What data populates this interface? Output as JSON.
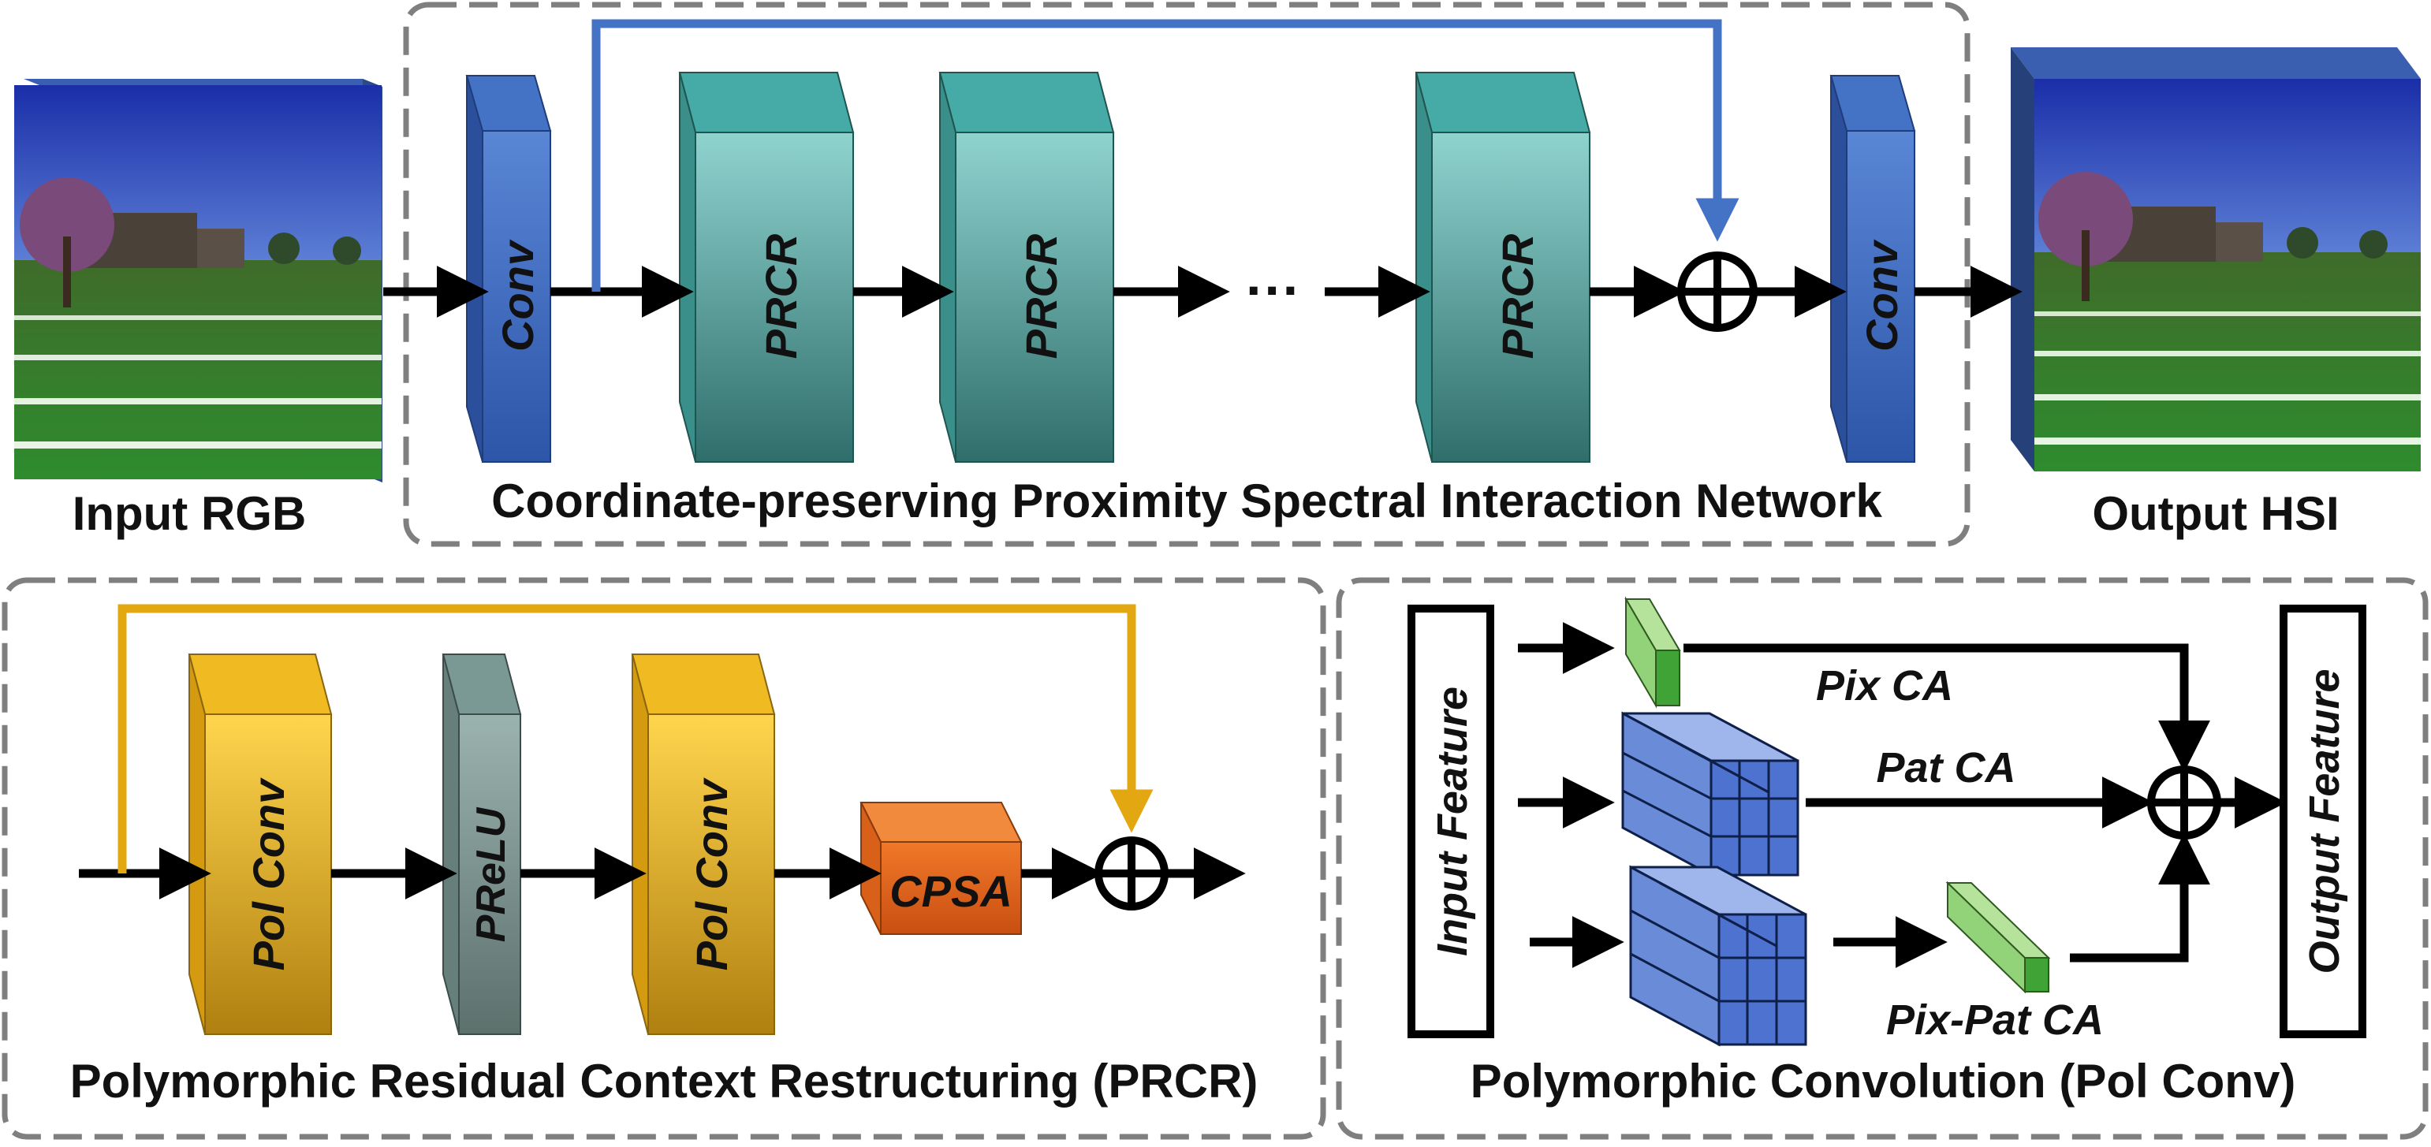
{
  "top": {
    "input_label": "Input RGB",
    "output_label": "Output HSI",
    "network_title": "Coordinate-preserving Proximity Spectral Interaction Network",
    "conv_label": "Conv",
    "prcr_label": "PRCR",
    "ellipsis": "···"
  },
  "prcr_panel": {
    "title": "Polymorphic Residual Context Restructuring (PRCR)",
    "polconv_label": "Pol Conv",
    "prelu_label": "PReLU",
    "cpsa_label": "CPSA"
  },
  "polconv_panel": {
    "title": "Polymorphic Convolution (Pol Conv)",
    "input_feature": "Input  Feature",
    "output_feature": "Output  Feature",
    "pix_ca": "Pix CA",
    "pat_ca": "Pat CA",
    "pixpat_ca": "Pix-Pat CA"
  },
  "colors": {
    "conv_blue": "#4472c4",
    "prcr_teal": "#46aaa6",
    "skip_blue": "#4472c4",
    "skip_gold": "#e3a712",
    "polconv_gold": "#f0bb22",
    "prelu_gray": "#7a9894",
    "cpsa_orange": "#ec6b1e",
    "ca_green": "#92d37a",
    "grid_blue": "#5b7fd4",
    "dash_gray": "#7f7f7f"
  }
}
